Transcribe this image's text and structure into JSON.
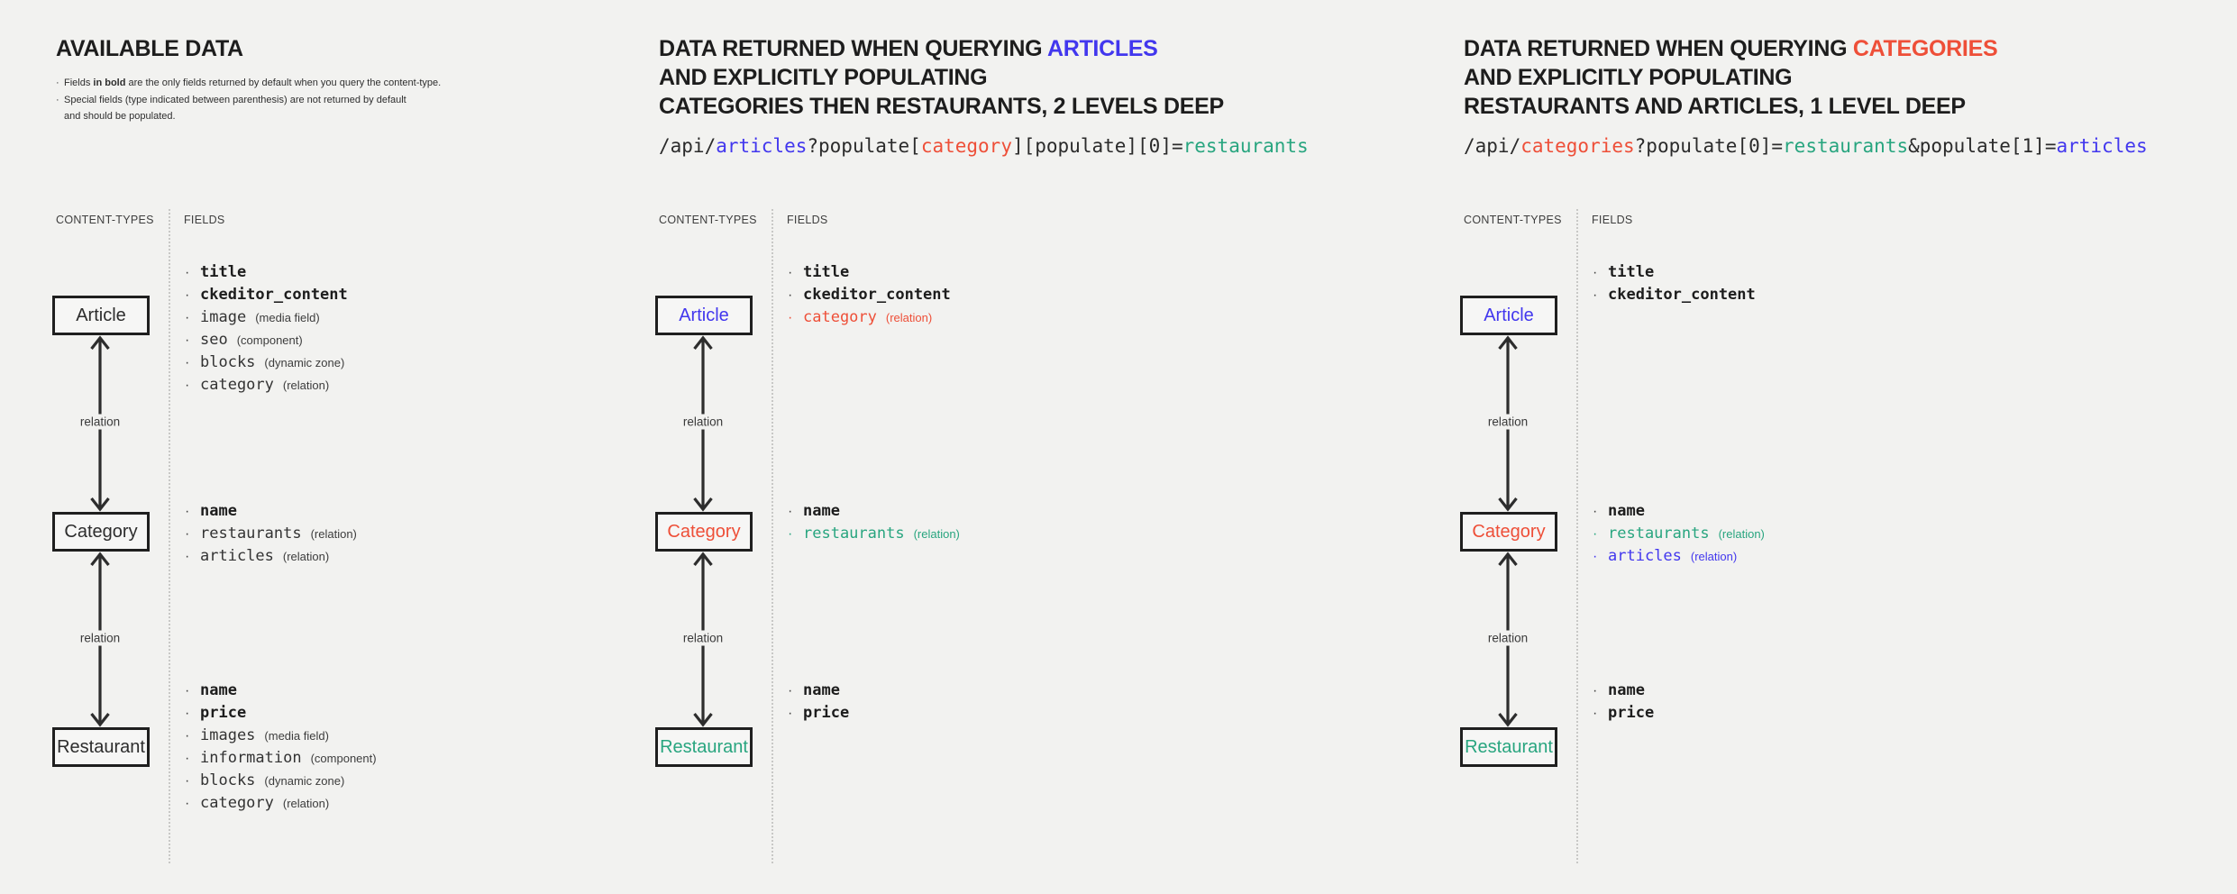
{
  "colors": {
    "dark": "#2b2b2b",
    "blue": "#4237ee",
    "red": "#ee4f38",
    "teal": "#28a57f"
  },
  "columns": [
    {
      "name": "available-data",
      "title_lines": [
        {
          "segments": [
            {
              "text": "AVAILABLE DATA"
            }
          ]
        }
      ],
      "notes": [
        {
          "segments": [
            {
              "text": "Fields "
            },
            {
              "text": "in bold",
              "bold": true
            },
            {
              "text": " are the only fields returned by default when you query the content-type."
            }
          ]
        },
        {
          "segments": [
            {
              "text": "Special fields (type indicated between parenthesis) are not returned by default"
            }
          ],
          "continuation": "and should be populated."
        }
      ],
      "content_types_label": "CONTENT-TYPES",
      "fields_label": "FIELDS",
      "relation_label": "relation",
      "boxes": [
        {
          "label": "Article",
          "fields": [
            {
              "name": "title",
              "bold": true
            },
            {
              "name": "ckeditor_content",
              "bold": true
            },
            {
              "name": "image",
              "annotation": "(media field)"
            },
            {
              "name": "seo",
              "annotation": "(component)"
            },
            {
              "name": "blocks",
              "annotation": "(dynamic zone)"
            },
            {
              "name": "category",
              "annotation": "(relation)"
            }
          ]
        },
        {
          "label": "Category",
          "fields": [
            {
              "name": "name",
              "bold": true
            },
            {
              "name": "restaurants",
              "annotation": "(relation)"
            },
            {
              "name": "articles",
              "annotation": "(relation)"
            }
          ]
        },
        {
          "label": "Restaurant",
          "fields": [
            {
              "name": "name",
              "bold": true
            },
            {
              "name": "price",
              "bold": true
            },
            {
              "name": "images",
              "annotation": "(media field)"
            },
            {
              "name": "information",
              "annotation": "(component)"
            },
            {
              "name": "blocks",
              "annotation": "(dynamic zone)"
            },
            {
              "name": "category",
              "annotation": "(relation)"
            }
          ]
        }
      ]
    },
    {
      "name": "query-articles",
      "title_lines": [
        {
          "segments": [
            {
              "text": "DATA RETURNED WHEN QUERYING "
            },
            {
              "text": "ARTICLES",
              "color": "blue"
            }
          ]
        },
        {
          "segments": [
            {
              "text": "AND EXPLICITLY POPULATING"
            }
          ]
        },
        {
          "segments": [
            {
              "text": "CATEGORIES THEN RESTAURANTS, 2 LEVELS DEEP"
            }
          ]
        }
      ],
      "code_segments": [
        {
          "text": "/api/"
        },
        {
          "text": "articles",
          "color": "blue"
        },
        {
          "text": "?populate["
        },
        {
          "text": "category",
          "color": "red"
        },
        {
          "text": "][populate][0]="
        },
        {
          "text": "restaurants",
          "color": "teal"
        }
      ],
      "content_types_label": "CONTENT-TYPES",
      "fields_label": "FIELDS",
      "relation_label": "relation",
      "boxes": [
        {
          "label": "Article",
          "color": "blue",
          "fields": [
            {
              "name": "title",
              "bold": true
            },
            {
              "name": "ckeditor_content",
              "bold": true
            },
            {
              "name": "category",
              "annotation": "(relation)",
              "color": "red"
            }
          ]
        },
        {
          "label": "Category",
          "color": "red",
          "fields": [
            {
              "name": "name",
              "bold": true
            },
            {
              "name": "restaurants",
              "annotation": "(relation)",
              "color": "teal"
            }
          ]
        },
        {
          "label": "Restaurant",
          "color": "teal",
          "fields": [
            {
              "name": "name",
              "bold": true
            },
            {
              "name": "price",
              "bold": true
            }
          ]
        }
      ]
    },
    {
      "name": "query-categories",
      "title_lines": [
        {
          "segments": [
            {
              "text": "DATA RETURNED WHEN QUERYING "
            },
            {
              "text": "CATEGORIES",
              "color": "red"
            }
          ]
        },
        {
          "segments": [
            {
              "text": "AND EXPLICITLY POPULATING"
            }
          ]
        },
        {
          "segments": [
            {
              "text": "RESTAURANTS AND ARTICLES, 1 LEVEL DEEP"
            }
          ]
        }
      ],
      "code_segments": [
        {
          "text": "/api/"
        },
        {
          "text": "categories",
          "color": "red"
        },
        {
          "text": "?populate[0]="
        },
        {
          "text": "restaurants",
          "color": "teal"
        },
        {
          "text": "&populate[1]="
        },
        {
          "text": "articles",
          "color": "blue"
        }
      ],
      "content_types_label": "CONTENT-TYPES",
      "fields_label": "FIELDS",
      "relation_label": "relation",
      "boxes": [
        {
          "label": "Article",
          "color": "blue",
          "fields": [
            {
              "name": "title",
              "bold": true
            },
            {
              "name": "ckeditor_content",
              "bold": true
            }
          ]
        },
        {
          "label": "Category",
          "color": "red",
          "fields": [
            {
              "name": "name",
              "bold": true
            },
            {
              "name": "restaurants",
              "annotation": "(relation)",
              "color": "teal"
            },
            {
              "name": "articles",
              "annotation": "(relation)",
              "color": "blue"
            }
          ]
        },
        {
          "label": "Restaurant",
          "color": "teal",
          "fields": [
            {
              "name": "name",
              "bold": true
            },
            {
              "name": "price",
              "bold": true
            }
          ]
        }
      ]
    }
  ]
}
